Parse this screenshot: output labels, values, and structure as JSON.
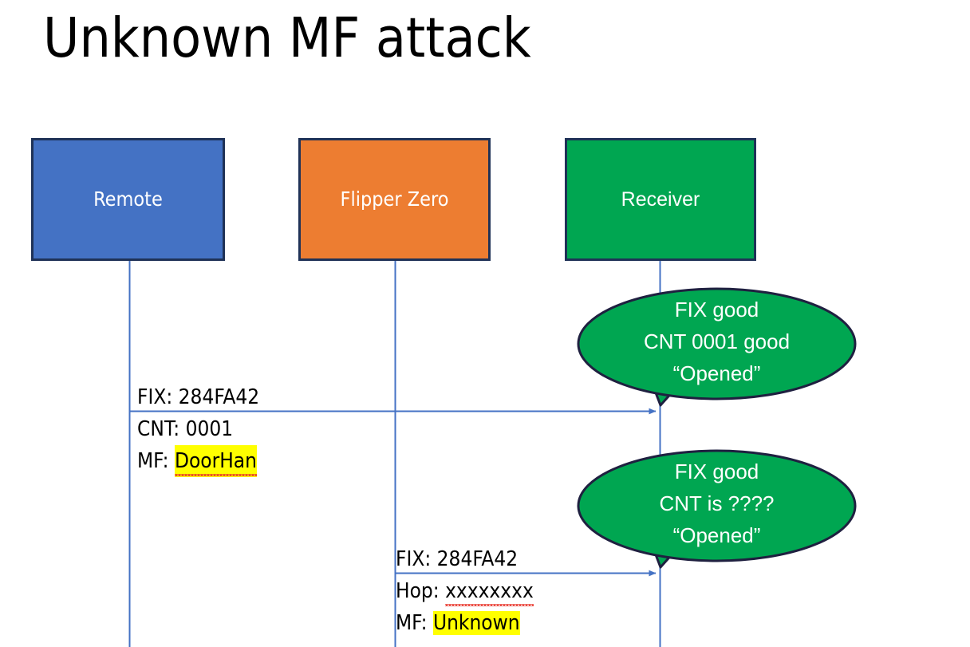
{
  "slide": {
    "title": "Unknown MF attack"
  },
  "colors": {
    "remote_fill": "#4472c4",
    "flipper_fill": "#ed7d31",
    "receiver_fill": "#00a651",
    "box_border": "#1f3257",
    "bubble_fill": "#00a651",
    "bubble_border": "#1f2040",
    "line": "#4472c4",
    "highlight": "#ffff00",
    "spellcheck_underline": "#e8342a",
    "text": "#000000",
    "box_text": "#ffffff"
  },
  "actors": [
    {
      "id": "remote",
      "label": "Remote"
    },
    {
      "id": "flipper",
      "label": "Flipper Zero"
    },
    {
      "id": "receiver",
      "label": "Receiver"
    }
  ],
  "messages": [
    {
      "id": "message-1",
      "from": "remote",
      "to": "receiver",
      "above_line": "FIX: 284FA42",
      "below_line_1_label": "CNT:",
      "below_line_1_value": "0001",
      "below_line_2_label": "MF:",
      "below_line_2_value": "DoorHan",
      "below_line_2_highlighted": true,
      "below_line_2_spellchecked": true
    },
    {
      "id": "message-2",
      "from": "flipper",
      "to": "receiver",
      "above_line": "FIX: 284FA42",
      "below_line_1_label": "Hop:",
      "below_line_1_value": "xxxxxxxx",
      "below_line_1_spellchecked": true,
      "below_line_2_label": "MF:",
      "below_line_2_value": "Unknown",
      "below_line_2_highlighted": true
    }
  ],
  "bubbles": [
    {
      "id": "bubble-1",
      "line_1": "FIX good",
      "line_2": "CNT 0001 good",
      "line_3": "“Opened”"
    },
    {
      "id": "bubble-2",
      "line_1": "FIX good",
      "line_2": "CNT is ????",
      "line_3": "“Opened”"
    }
  ]
}
